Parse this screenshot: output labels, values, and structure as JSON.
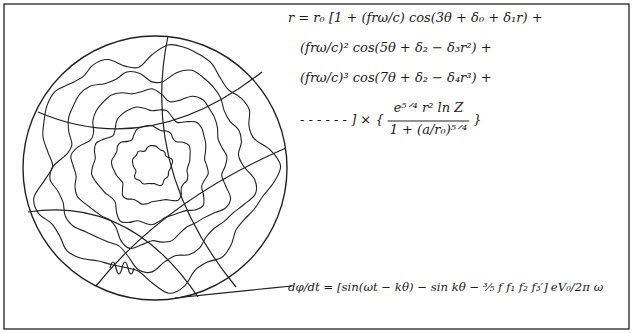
{
  "diagram": {
    "labels": [
      "r = r₀ [1 + (frω/c) cos(3θ + δ₀ + δ₁r) +",
      "(frω/c)² cos(5θ + δ₂ − δ₃r²) +",
      "(frω/c)³ cos(7θ + δ₂ − δ₄r³) +",
      "- - - - - - ] × {",
      "e⁵ᐟ⁴ r² ln Z",
      "1 + (a/r₀)⁵ᐟ⁴",
      "}",
      "dφ/dt = [sin(ωt − kθ) − sin kθ − ³⁄₅ f f₁ f₂ f₃′]",
      "eV₀/2π ω"
    ]
  }
}
